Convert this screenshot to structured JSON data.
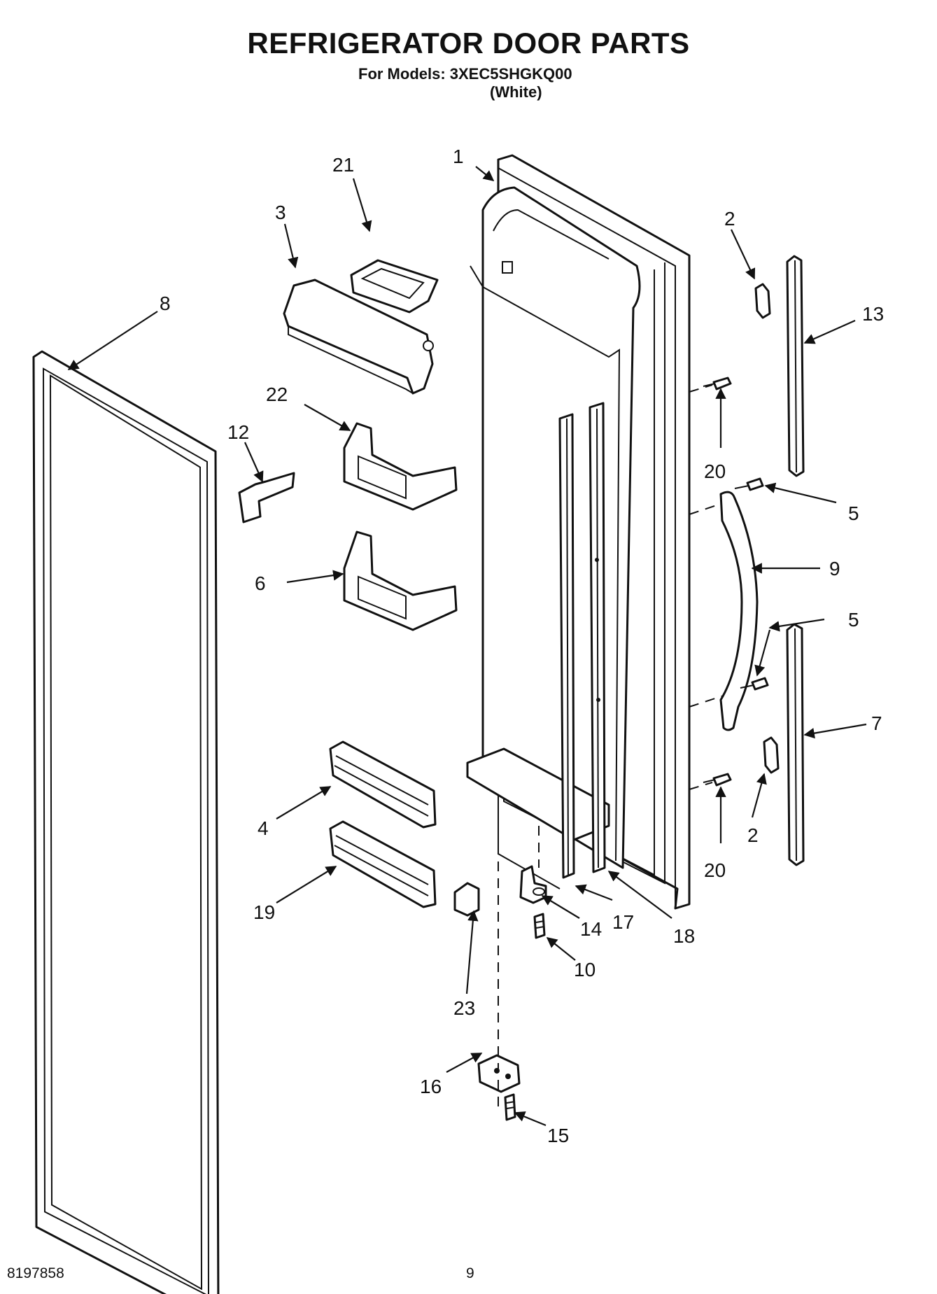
{
  "header": {
    "title": "REFRIGERATOR DOOR PARTS",
    "models_line": "For Models: 3XEC5SHGKQ00",
    "color": "(White)"
  },
  "callouts": {
    "c1": "1",
    "c2a": "2",
    "c2b": "2",
    "c3": "3",
    "c4": "4",
    "c5a": "5",
    "c5b": "5",
    "c6": "6",
    "c7": "7",
    "c8": "8",
    "c9": "9",
    "c10": "10",
    "c12": "12",
    "c13": "13",
    "c14": "14",
    "c15": "15",
    "c16": "16",
    "c17": "17",
    "c18": "18",
    "c19": "19",
    "c20a": "20",
    "c20b": "20",
    "c21": "21",
    "c22": "22",
    "c23": "23"
  },
  "footer": {
    "document_number": "8197858",
    "page_number": "9"
  }
}
